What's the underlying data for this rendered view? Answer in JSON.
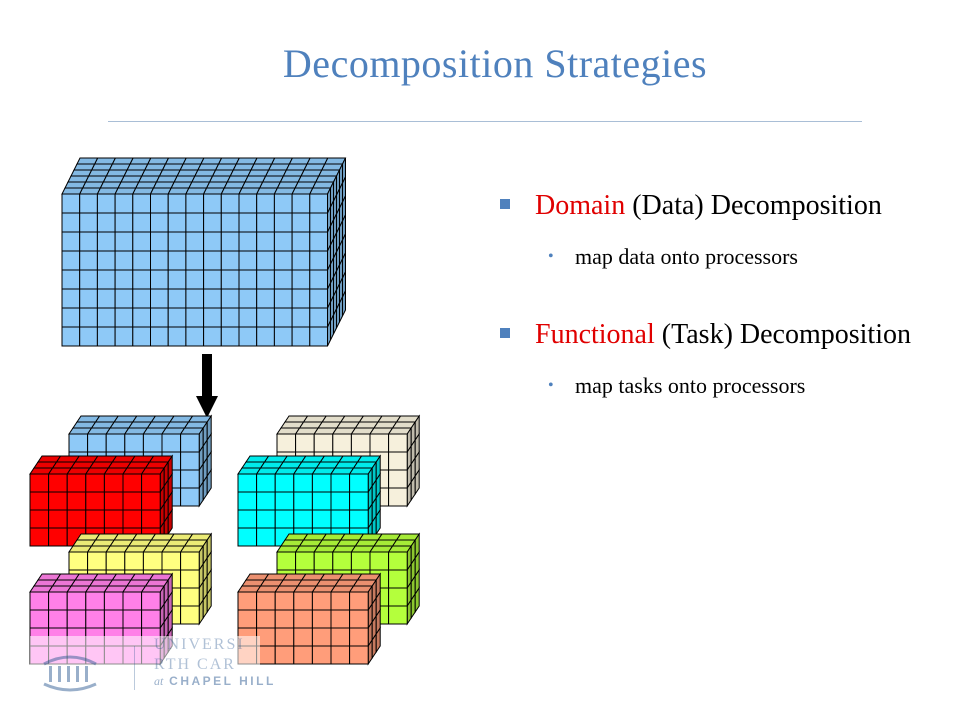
{
  "slide": {
    "title": "Decomposition Strategies",
    "bullets": [
      {
        "highlight": "Domain",
        "rest": " (Data) Decomposition",
        "color": "#e00000",
        "sub": "map data onto processors"
      },
      {
        "highlight": "Functional",
        "rest": " (Task) Decomposition",
        "color": "#e00000",
        "sub": "map tasks onto processors"
      }
    ]
  },
  "logo": {
    "line1": "UNIVERSI",
    "line2": "RTH CAR",
    "line3_prefix": "at",
    "line3_rest": " CHAPEL HILL"
  },
  "diagram": {
    "arrow": "down-arrow",
    "big_block_color": "#8ec9f7",
    "small_block_colors": [
      "#8ec9f7",
      "#f6f0dc",
      "#ff0000",
      "#00ffff",
      "#ffff80",
      "#b4ff3c",
      "#ff80e8",
      "#ff9d7a"
    ]
  }
}
